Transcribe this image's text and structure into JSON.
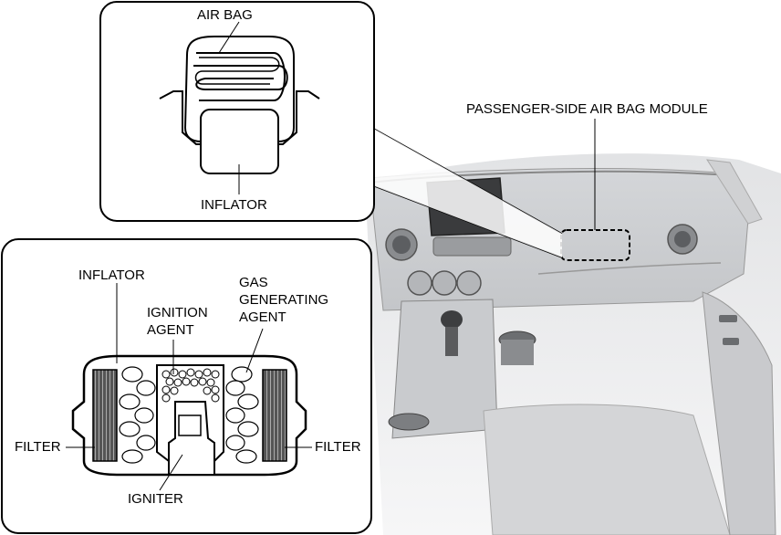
{
  "labels": {
    "air_bag": "AIR BAG",
    "inflator_top": "INFLATOR",
    "module": "PASSENGER-SIDE AIR BAG MODULE",
    "inflator_detail": "INFLATOR",
    "ignition_agent_1": "IGNITION",
    "ignition_agent_2": "AGENT",
    "gas_1": "GAS",
    "gas_2": "GENERATING",
    "gas_3": "AGENT",
    "filter_left": "FILTER",
    "filter_right": "FILTER",
    "igniter": "IGNITER"
  }
}
